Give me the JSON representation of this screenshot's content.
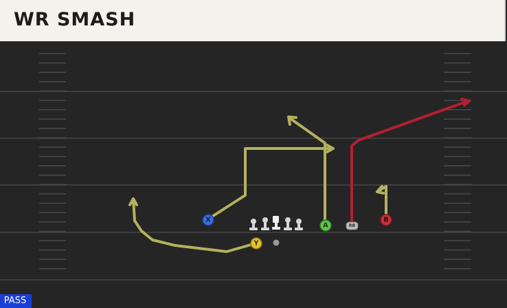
{
  "play": {
    "title": "WR SMASH",
    "type_badge": "PASS"
  },
  "colors": {
    "route": "#b3b25e",
    "route_primary": "#b51e32",
    "field": "#252525",
    "yard_line": "#3e3e3e",
    "hash": "#4a4a4a",
    "header_bg": "#f3f2ed",
    "badge_bg": "#1a3fd9"
  },
  "players": {
    "x": {
      "label": "X",
      "color": "#3a6fd8",
      "route": "slant-and-go"
    },
    "a": {
      "label": "A",
      "color": "#63c54b",
      "route": "post"
    },
    "b": {
      "label": "B",
      "color": "#c8323c",
      "route": "hitch"
    },
    "y": {
      "label": "Y",
      "color": "#e5c12f",
      "route": "wheel"
    },
    "rb": {
      "label": "RB",
      "color": "#bdbdbd",
      "route": "flag"
    },
    "qb": {
      "label": "",
      "color": "#9a9a9a"
    }
  },
  "offensive_line": [
    "lt",
    "lg",
    "c",
    "rg",
    "rt"
  ]
}
